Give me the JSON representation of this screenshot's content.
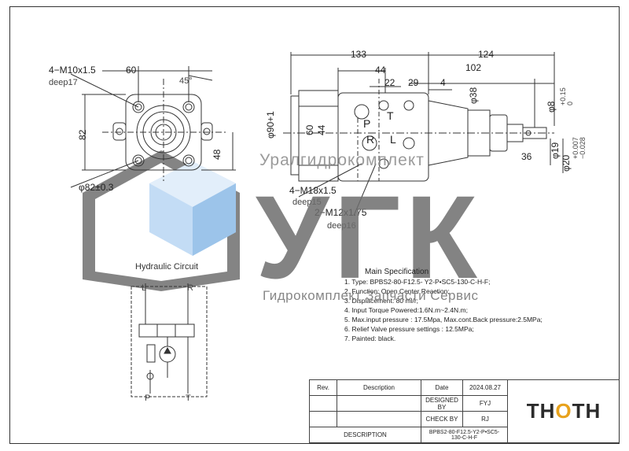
{
  "views": {
    "left": {
      "thread_top": "4−M10x1.5",
      "depth_top": "deep17",
      "width_60": "60",
      "angle": "45°",
      "height_82": "82",
      "height_48": "48",
      "pcd": "φ82±0.3"
    },
    "right": {
      "d133": "133",
      "d124": "124",
      "d44": "44",
      "d102": "102",
      "d22": "22",
      "d29": "29",
      "d4": "4",
      "d38": "φ38",
      "d8": "φ8",
      "d8_tol": "+0.15\n0",
      "d90": "φ90+1",
      "d60": "60",
      "d44v": "44",
      "d19": "φ19",
      "d20": "φ20",
      "d20_tol": "+0.007\n−0.028",
      "d36": "36",
      "port_P": "P",
      "port_T": "T",
      "port_R": "R",
      "port_L": "L",
      "thread_m18": "4−M18x1.5",
      "depth_m18": "deep15",
      "thread_m12": "2−M12x1.75",
      "depth_m12": "deep16"
    }
  },
  "hydraulic": {
    "title": "Hydraulic Circuit",
    "L": "L",
    "R": "R",
    "P": "P",
    "T": "T"
  },
  "spec": {
    "title": "Main Specification",
    "items": [
      "1. Type: BPBS2-80-F12.5- Y2-P•SC5-130-C-H-F;",
      "2. Function: Open Center Reaction;",
      "3. Displacement: 80 ml/r;",
      "4. Input Torque Powered:1.6N.m~2.4N.m;",
      "5. Max.input pressure : 17.5Mpa, Max.cont.Back pressure:2.5MPa;",
      "6. Relief Valve pressure settings : 12.5MPa;",
      "7. Painted: black."
    ]
  },
  "watermark": {
    "top": "Уралгидрокомплект",
    "big": "УГК",
    "bottom": "Гидрокомплект Запчасти  Сервис"
  },
  "title_block": {
    "rev": "Rev.",
    "description": "Description",
    "date": "Date",
    "date_value": "2024.08.27",
    "designed_by": "DESIGNED BY",
    "designer": "FYJ",
    "check_by": "CHECK BY",
    "checker": "RJ",
    "description_label": "DESCRIPTION",
    "description_value": "BPBS2-80-F12.5-Y2-P•SC5-130-C-H-F",
    "brand": "THOTH",
    "brand_dark": "#2b2b2b",
    "brand_accent": "#e8a21c"
  },
  "colors": {
    "watermark_gray": "#6e6e6e",
    "watermark_blue": "#cfe3f7",
    "line": "#333333"
  }
}
